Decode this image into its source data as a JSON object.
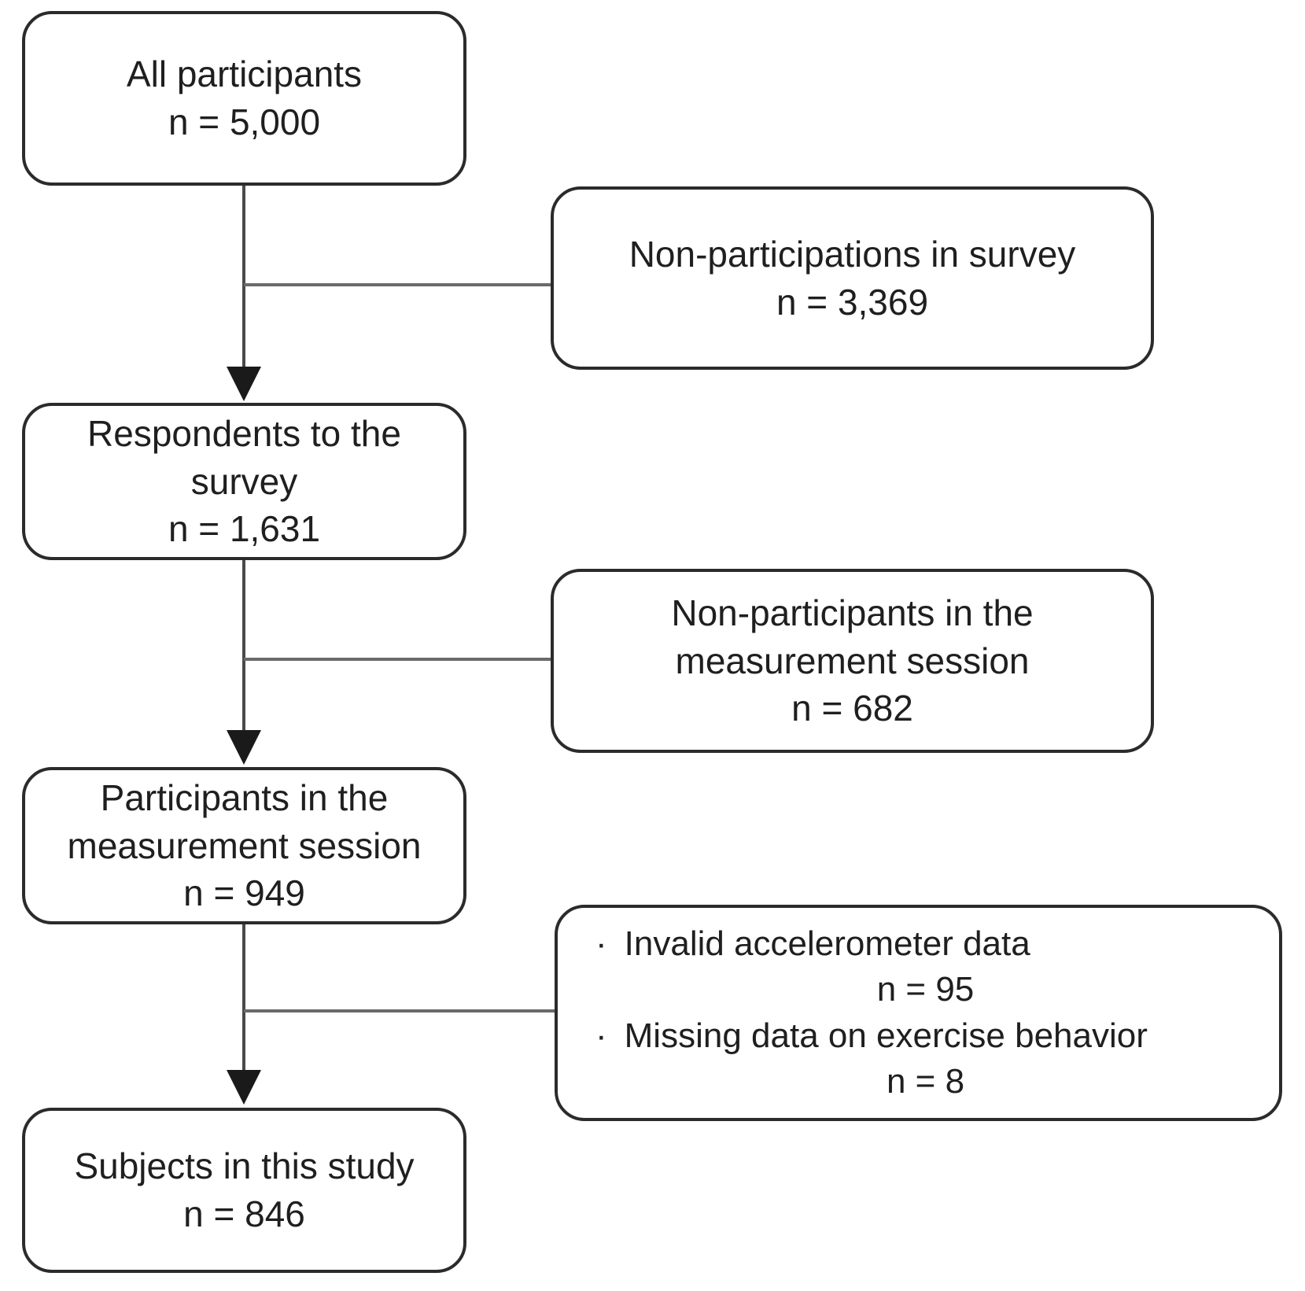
{
  "colors": {
    "background": "#ffffff",
    "box_border": "#2b2b2b",
    "text": "#1f1f1f",
    "connector_line": "#5a5a5a",
    "arrowhead": "#1a1a1a"
  },
  "left_boxes": [
    {
      "id": "all-participants",
      "lines": [
        "All participants",
        "n = 5,000"
      ]
    },
    {
      "id": "respondents-survey",
      "lines": [
        "Respondents to the",
        "survey",
        "n = 1,631"
      ]
    },
    {
      "id": "participants-measurement",
      "lines": [
        "Participants in the",
        "measurement session",
        "n = 949"
      ]
    },
    {
      "id": "subjects-study",
      "lines": [
        "Subjects in this study",
        "n = 846"
      ]
    }
  ],
  "right_boxes": [
    {
      "id": "non-participations-survey",
      "lines": [
        "Non-participations in survey",
        "n = 3,369"
      ]
    },
    {
      "id": "non-participants-measurement",
      "lines": [
        "Non-participants in the",
        "measurement session",
        "n = 682"
      ]
    },
    {
      "id": "exclusions",
      "items": [
        {
          "bullet": "·",
          "text": "Invalid accelerometer data",
          "n": "n = 95"
        },
        {
          "bullet": "·",
          "text": "Missing data on exercise behavior",
          "n": "n = 8"
        }
      ]
    }
  ]
}
